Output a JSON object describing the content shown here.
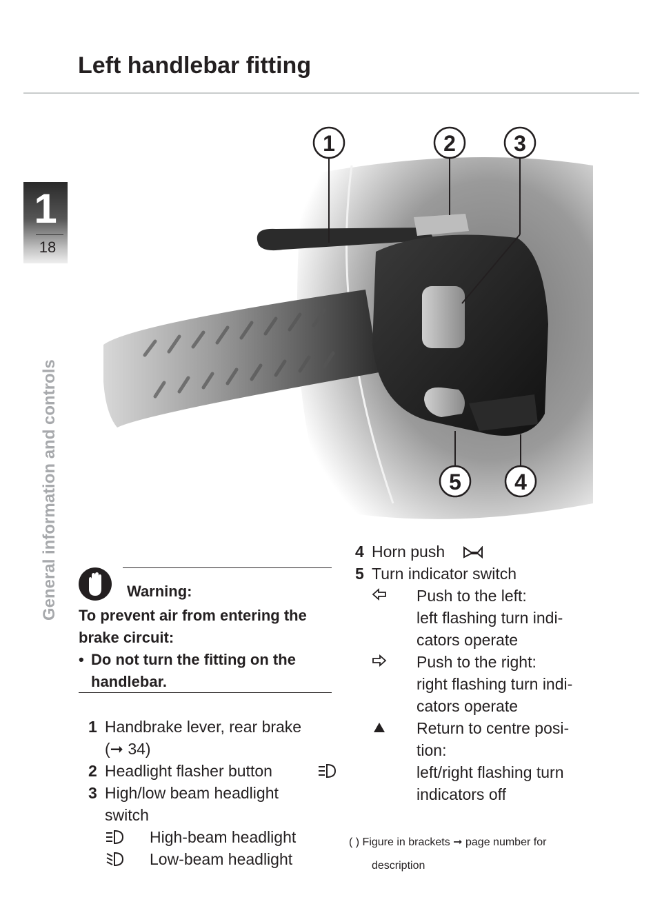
{
  "page": {
    "title": "Left handlebar fitting",
    "chapter_number": "1",
    "page_number": "18",
    "side_title": "General information and controls"
  },
  "figure": {
    "callouts": [
      "1",
      "2",
      "3",
      "5",
      "4"
    ]
  },
  "warning": {
    "title": "Warning:",
    "text": "To prevent air from entering the brake circuit:",
    "bullet": "Do not turn the fitting on the handlebar."
  },
  "items": {
    "i1_num": "1",
    "i1_label": "Handbrake lever, rear brake",
    "i1_ref": "(➞ 34)",
    "i2_num": "2",
    "i2_label": "Headlight flasher button",
    "i3_num": "3",
    "i3_label": "High/low beam headlight",
    "i3_label2": "switch",
    "i3_sub1": "High-beam headlight",
    "i3_sub2": "Low-beam headlight",
    "i4_num": "4",
    "i4_label": "Horn push",
    "i5_num": "5",
    "i5_label": "Turn indicator switch",
    "i5_left_1": "Push to the left:",
    "i5_left_2": "left flashing turn indi-",
    "i5_left_3": "cators operate",
    "i5_right_1": "Push to the right:",
    "i5_right_2": "right flashing turn indi-",
    "i5_right_3": "cators operate",
    "i5_centre_1": "Return to centre posi-",
    "i5_centre_2": "tion:",
    "i5_centre_3": "left/right flashing turn",
    "i5_centre_4": "indicators off"
  },
  "footnote": {
    "line1": "( )  Figure in brackets ➞ page number for",
    "line2": "description"
  },
  "icons": [
    "warning-hand-icon",
    "high-beam-icon",
    "low-beam-icon",
    "horn-icon",
    "arrow-left-icon",
    "arrow-right-icon",
    "centre-triangle-icon",
    "page-ref-arrow-icon"
  ]
}
